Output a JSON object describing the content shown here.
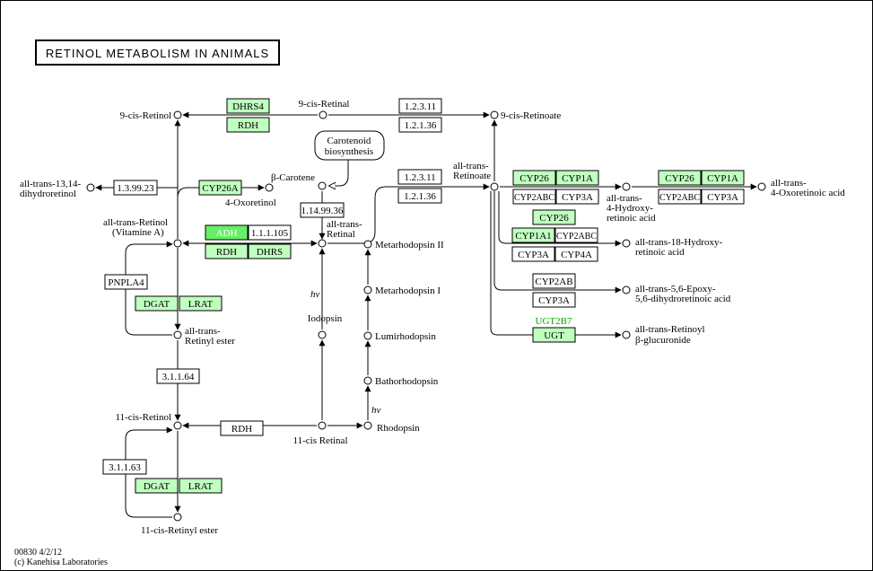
{
  "title": "RETINOL METABOLISM IN ANIMALS",
  "map_id": "00830 4/2/12",
  "copyright": "(c) Kanehisa Laboratories",
  "colors": {
    "gene_fill": "#bfffbf",
    "gene_fill_active": "#66ee66",
    "ortholog_text": "#00aa00",
    "line": "#000000"
  },
  "compounds": {
    "c9_retinol": "9-cis-Retinol",
    "c9_retinal": "9-cis-Retinal",
    "c9_retinoate": "9-cis-Retinoate",
    "carotenoid_biosyn_1": "Carotenoid",
    "carotenoid_biosyn_2": "biosynthesis",
    "beta_carotene": "β-Carotene",
    "at_1314_1": "all-trans-13,14-",
    "at_1314_2": "dihydroretinol",
    "oxoretinol": "4-Oxoretinol",
    "at_retinol_1": "all-trans-Retinol",
    "at_retinol_2": "(Vitamine A)",
    "at_retinal_1": "all-trans-",
    "at_retinal_2": "Retinal",
    "at_retinoate_1": "all-trans-",
    "at_retinoate_2": "Retinoate",
    "hydroxy4_1": "all-trans-",
    "hydroxy4_2": "4-Hydroxy-",
    "hydroxy4_3": "retinoic acid",
    "oxo4_acid_1": "all-trans-",
    "oxo4_acid_2": "4-Oxoretinoic acid",
    "hydroxy18_1": "all-trans-18-Hydroxy-",
    "hydroxy18_2": "retinoic acid",
    "epoxy_1": "all-trans-5,6-Epoxy-",
    "epoxy_2": "5,6-dihydroretinoic acid",
    "glucuronide_1": "all-trans-Retinoyl",
    "glucuronide_2": "β-glucuronide",
    "meta2": "Metarhodopsin II",
    "meta1": "Metarhodopsin I",
    "iodopsin": "Iodopsin",
    "lumirhodopsin": "Lumirhodopsin",
    "bathorhodopsin": "Bathorhodopsin",
    "rhodopsin": "Rhodopsin",
    "retinyl_ester_1": "all-trans-",
    "retinyl_ester_2": "Retinyl ester",
    "c11_retinol": "11-cis-Retinol",
    "c11_retinal": "11-cis Retinal",
    "c11_retinyl_ester": "11-cis-Retinyl ester",
    "hv": "hν"
  },
  "enzymes": {
    "dhrs4": "DHRS4",
    "rdh_top": "RDH",
    "ec_1_2_3_11_a": "1.2.3.11",
    "ec_1_2_1_36_a": "1.2.1.36",
    "ec_1_3_99_23": "1.3.99.23",
    "cyp26a": "CYP26A",
    "ec_1_14_99_36": "1.14.99.36",
    "ec_1_2_3_11_b": "1.2.3.11",
    "ec_1_2_1_36_b": "1.2.1.36",
    "adh": "ADH",
    "ec_1_1_1_105": "1.1.1.105",
    "rdh_mid": "RDH",
    "dhrs": "DHRS",
    "pnpla4": "PNPLA4",
    "dgat_a": "DGAT",
    "lrat_a": "LRAT",
    "ec_3_1_1_64": "3.1.1.64",
    "rdh_low": "RDH",
    "ec_3_1_1_63": "3.1.1.63",
    "dgat_b": "DGAT",
    "lrat_b": "LRAT",
    "cyp26_a": "CYP26",
    "cyp1a_a": "CYP1A",
    "cyp2abc_a": "CYP2ABC",
    "cyp3a_a": "CYP3A",
    "cyp26_b": "CYP26",
    "cyp1a_b": "CYP1A",
    "cyp2abc_b": "CYP2ABC",
    "cyp3a_b": "CYP3A",
    "cyp26_c": "CYP26",
    "cyp1a1": "CYP1A1",
    "cyp2abc_c": "CYP2ABC",
    "cyp3a_c": "CYP3A",
    "cyp4a": "CYP4A",
    "cyp2ab": "CYP2AB",
    "cyp3a_d": "CYP3A",
    "ugt2b7": "UGT2B7",
    "ugt": "UGT"
  }
}
